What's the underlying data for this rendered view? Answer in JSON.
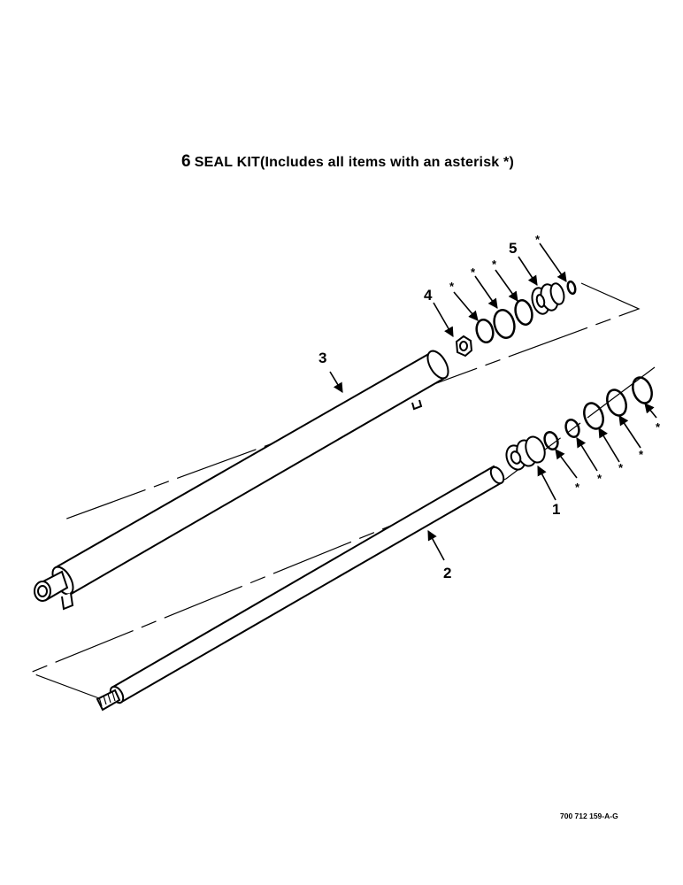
{
  "title": {
    "number": "6",
    "text": "SEAL KIT(Includes all items with an asterisk *)"
  },
  "callouts": {
    "item_1": "1",
    "item_2": "2",
    "item_3": "3",
    "item_4": "4",
    "item_5": "5",
    "asterisk": "*"
  },
  "reference_code": "700 712 159-A-G"
}
